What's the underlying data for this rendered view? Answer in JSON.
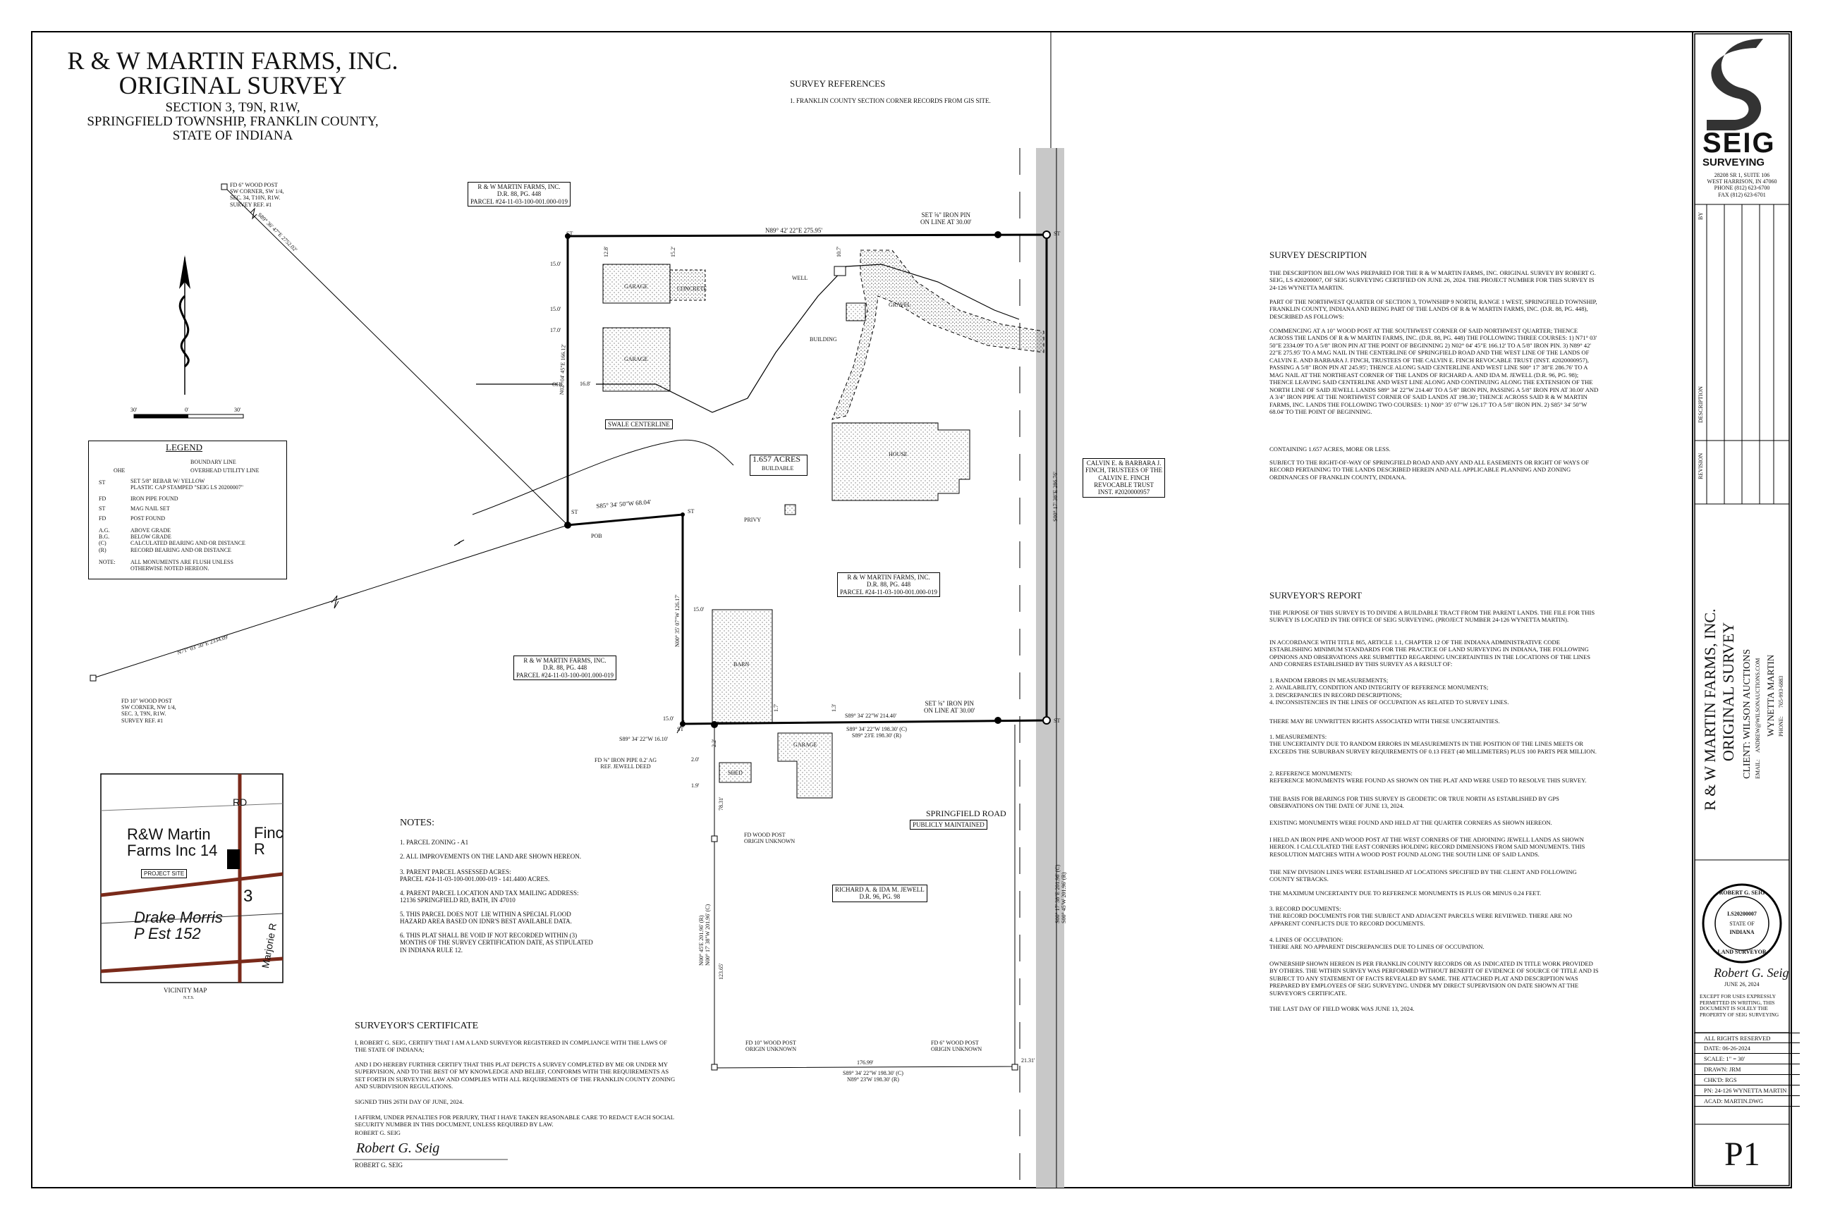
{
  "title": {
    "line1": "R & W MARTIN FARMS, INC.",
    "line2": "ORIGINAL SURVEY",
    "line3": "SECTION 3, T9N, R1W,",
    "line4": "SPRINGFIELD TOWNSHIP, FRANKLIN COUNTY,",
    "line5": "STATE OF INDIANA"
  },
  "survey_references": {
    "heading": "SURVEY REFERENCES",
    "item1": "1. FRANKLIN COUNTY SECTION CORNER RECORDS FROM GIS SITE."
  },
  "legend": {
    "heading": "LEGEND",
    "boundary": "BOUNDARY LINE",
    "ohe_sym": "OHE",
    "ohe": "OVERHEAD UTILITY LINE",
    "st_code": "ST",
    "st_desc": "SET 5/8\" REBAR W/ YELLOW\nPLASTIC CAP STAMPED \"SEIG LS 20200007\"",
    "fd_code": "FD",
    "fd_desc": "IRON PIPE FOUND",
    "st2_code": "ST",
    "st2_desc": "MAG NAIL SET",
    "fd2_code": "FD",
    "fd2_desc": "POST FOUND",
    "abbr_codes": "A.G.\nB.G.\n(C)\n(R)",
    "abbr_desc": "ABOVE GRADE\nBELOW GRADE\nCALCULATED BEARING AND OR DISTANCE\nRECORD BEARING AND OR DISTANCE",
    "note_code": "NOTE:",
    "note_desc": "ALL MONUMENTS ARE FLUSH UNLESS\nOTHERWISE NOTED HEREON."
  },
  "scale_bar": {
    "left": "30'",
    "mid": "0'",
    "right": "30'"
  },
  "plat": {
    "fd_post_sw": "FD 6\" WOOD POST\nSW CORNER, SW 1/4,\nSEC. 34, T10N, R1W.\nSURVEY REF. #1",
    "fd_post_nw": "FD 10\" WOOD POST\nSW CORNER, NW 1/4,\nSEC. 3, T9N, R1W.\nSURVEY REF. #1",
    "diag_bearing_upper": "S89° 36' 47\"E 2752.02'",
    "diag_bearing_lower": "N71° 03' 50\"E 2334.09'",
    "parcel_nw": "R & W MARTIN FARMS, INC.\nD.R. 88, PG. 448\nPARCEL #24-11-03-100-001.000-019",
    "parcel_center": "R & W MARTIN FARMS, INC.\nD.R. 88, PG. 448\nPARCEL #24-11-03-100-001.000-019",
    "parcel_west": "R & W MARTIN FARMS, INC.\nD.R. 88, PG. 448\nPARCEL #24-11-03-100-001.000-019",
    "finch": "CALVIN E. & BARBARA J.\nFINCH, TRUSTEES OF THE\nCALVIN E. FINCH\nREVOCABLE TRUST\nINST. #2020000957",
    "jewell": "RICHARD A. & IDA M. JEWELL\nD.R. 96, PG. 98",
    "acres": "1.657 ACRES",
    "buildable": "BUILDABLE",
    "set_pin_top": "SET ⅝\" IRON PIN\nON LINE AT 30.00'",
    "set_pin_mid": "SET ⅝\" IRON PIN\nON LINE AT 30.00'",
    "north_line": "N89° 42' 22\"E 275.95'",
    "south_tract": "S85° 34' 50\"W 68.04'",
    "west_line": "N02° 04' 45\"E 166.12'",
    "east_line": "S00° 17' 38\"E 286.76'",
    "east_row": "S00° 17' 38\"E 201.96' (C)\nS00° 45'W 201.96' (R)",
    "west_row": "N00° 45'E 201.96' (R)\nN00° 17' 38\"W 201.96' (C)",
    "lower_west": "N00° 35' 07\"W 126.17'",
    "mid_line_1": "S89° 34' 22\"W 214.40'",
    "mid_line_2": "S89° 34' 22\"W 198.30' (C)\nS89° 23'E 198.30' (R)",
    "bottom_line": "S89° 34' 22\"W 198.30' (C)\nN89° 23'W 198.30' (R)",
    "short_line": "S89° 34' 22\"W 16.10'",
    "fd_iron_pipe": "FD ⅝\" IRON PIPE 0.2' AG\nREF. JEWELL DEED",
    "fd_post_unknown": "FD WOOD POST\nORIGIN UNKNOWN",
    "fd_10_post": "FD 10\" WOOD POST\nORIGIN UNKNOWN",
    "fd_6_post": "FD 6\" WOOD POST\nORIGIN UNKNOWN",
    "road": "SPRINGFIELD ROAD",
    "road_sub": "PUBLICLY MAINTAINED",
    "swale": "SWALE CENTERLINE",
    "pob": "POB",
    "st": "ST",
    "ohe": "OHE",
    "garage": "GARAGE",
    "concrete": "CONCRETE",
    "well": "WELL",
    "building": "BUILDING",
    "gravel": "GRAVEL",
    "house": "HOUSE",
    "privy": "PRIVY",
    "barn": "BARN",
    "shed": "SHED",
    "d_15": "15.0'",
    "d_17": "17.0'",
    "d_168": "16.8'",
    "d_20": "2.0'",
    "d_19": "1.9'",
    "d_22": "2.2'",
    "d_17v": "1.7'",
    "d_13": "1.3'",
    "d_107": "10.7'",
    "d_128": "12.8'",
    "d_152": "15.2'",
    "d_7831": "78.31'",
    "d_12365": "123.65'",
    "d_17699": "176.99'",
    "d_2131": "21.31'"
  },
  "vicinity": {
    "caption": "VICINITY MAP",
    "nts": "N.T.S.",
    "road": "RD",
    "owner": "R&W Martin\nFarms Inc 14",
    "project_site": "PROJECT SITE",
    "fin": "Finc\nR",
    "drake": "Drake Morris\nP Est 152",
    "num": "3",
    "marjorie": "Marjorie R"
  },
  "notes": {
    "heading": "NOTES:",
    "n1": "1. PARCEL ZONING - A1",
    "n2": "2. ALL IMPROVEMENTS ON THE LAND ARE SHOWN HEREON.",
    "n3": "3. PARENT PARCEL ASSESSED ACRES:\nPARCEL #24-11-03-100-001.000-019 - 141.4400 ACRES.",
    "n4": "4. PARENT PARCEL LOCATION AND TAX MAILING ADDRESS:\n12136 SPRINGFIELD RD, BATH, IN 47010",
    "n5": "5. THIS PARCEL DOES NOT  LIE WITHIN A SPECIAL FLOOD\nHAZARD AREA BASED ON IDNR'S BEST AVAILABLE DATA.",
    "n6": "6. THIS PLAT SHALL BE VOID IF NOT RECORDED WITHIN (3)\nMONTHS OF THE SURVEY CERTIFICATION DATE, AS STIPULATED\nIN INDIANA RULE 12."
  },
  "certificate": {
    "heading": "SURVEYOR'S CERTIFICATE",
    "p1": "I, ROBERT G. SEIG, CERTIFY THAT I AM A LAND SURVEYOR REGISTERED IN COMPLIANCE WITH THE LAWS OF THE STATE OF INDIANA;",
    "p2": "AND I DO HEREBY FURTHER CERTIFY THAT THIS PLAT DEPICTS A SURVEY COMPLETED BY ME OR UNDER MY SUPERVISION, AND TO THE BEST OF MY KNOWLEDGE AND BELIEF, CONFORMS WITH THE REQUIREMENTS AS SET FORTH IN SURVEYING LAW AND COMPLIES WITH ALL REQUIREMENTS OF THE FRANKLIN COUNTY ZONING AND SUBDIVISION REGULATIONS.",
    "p3": "SIGNED THIS 26TH DAY OF JUNE, 2024.",
    "p4": "I AFFIRM, UNDER PENALTIES FOR PERJURY, THAT I HAVE TAKEN REASONABLE CARE TO REDACT EACH SOCIAL SECURITY NUMBER IN THIS DOCUMENT, UNLESS REQUIRED BY LAW.",
    "p5": "ROBERT G. SEIG",
    "signature": "Robert G. Seig",
    "sign_name": "ROBERT G. SEIG"
  },
  "description": {
    "heading": "SURVEY DESCRIPTION",
    "p1": "THE DESCRIPTION BELOW WAS PREPARED FOR THE R & W MARTIN FARMS, INC. ORIGINAL SURVEY BY ROBERT G. SEIG, LS #20200007, OF SEIG SURVEYING CERTIFIED ON JUNE 26, 2024.  THE PROJECT NUMBER FOR THIS SURVEY IS 24-126 WYNETTA MARTIN.",
    "p2": "PART OF THE NORTHWEST QUARTER OF SECTION 3, TOWNSHIP 9 NORTH, RANGE 1 WEST, SPRINGFIELD TOWNSHIP, FRANKLIN COUNTY, INDIANA AND BEING PART OF THE LANDS OF R & W MARTIN FARMS, INC. (D.R. 88, PG. 448), DESCRIBED AS FOLLOWS:",
    "p3": "COMMENCING AT A 10\" WOOD POST AT THE SOUTHWEST CORNER OF SAID NORTHWEST QUARTER; THENCE ACROSS THE LANDS OF R & W MARTIN FARMS, INC. (D.R. 88, PG. 448) THE FOLLOWING THREE COURSES: 1) N71° 03' 50\"E 2334.09' TO A 5/8\" IRON PIN AT THE POINT OF BEGINNING 2) N02° 04' 45\"E 166.12' TO A 5/8\" IRON PIN. 3) N89° 42' 22\"E 275.95' TO A MAG NAIL IN THE CENTERLINE OF SPRINGFIELD ROAD AND THE WEST LINE OF THE LANDS OF CALVIN E. AND BARBARA J. FINCH, TRUSTEES OF THE CALVIN E. FINCH REVOCABLE TRUST (INST. #2020000957), PASSING A 5/8\" IRON PIN AT 245.95'; THENCE ALONG SAID CENTERLINE AND WEST LINE S00° 17' 38\"E 286.76' TO A MAG NAIL AT THE NORTHEAST CORNER OF THE LANDS OF RICHARD A. AND IDA M. JEWELL (D.R. 96, PG. 98); THENCE LEAVING SAID CENTERLINE AND WEST LINE ALONG AND CONTINUING ALONG THE EXTENSION OF THE NORTH LINE OF SAID JEWELL LANDS S89° 34' 22\"W 214.40' TO A 5/8\" IRON PIN, PASSING A 5/8\" IRON PIN AT 30.00' AND A 3/4\" IRON PIPE AT THE NORTHWEST CORNER OF SAID LANDS AT 198.30'; THENCE ACROSS SAID R & W MARTIN FARMS, INC. LANDS THE FOLLOWING TWO COURSES: 1) N00° 35' 07\"W 126.17' TO A 5/8\" IRON PIN. 2) S85° 34' 50\"W 68.04' TO THE POINT OF BEGINNING.",
    "p4": "CONTAINING 1.657 ACRES, MORE OR LESS.",
    "p5": "SUBJECT TO THE RIGHT-OF-WAY OF SPRINGFIELD ROAD AND ANY AND ALL EASEMENTS OR RIGHT OF WAYS OF RECORD PERTAINING TO THE LANDS DESCRIBED HEREIN AND ALL APPLICABLE PLANNING AND ZONING ORDINANCES OF FRANKLIN COUNTY, INDIANA."
  },
  "report": {
    "heading": "SURVEYOR'S REPORT",
    "p1": "THE PURPOSE OF THIS SURVEY IS TO DIVIDE A BUILDABLE TRACT FROM THE PARENT LANDS.  THE FILE FOR THIS SURVEY IS LOCATED IN THE OFFICE OF SEIG SURVEYING. (PROJECT NUMBER 24-126 WYNETTA MARTIN).",
    "p2": "IN ACCORDANCE WITH TITLE 865, ARTICLE 1.1, CHAPTER 12 OF THE INDIANA ADMINISTRATIVE CODE ESTABLISHING MINIMUM  STANDARDS FOR THE PRACTICE OF LAND SURVEYING IN INDIANA, THE FOLLOWING OPINIONS AND OBSERVATIONS ARE SUBMITTED  REGARDING UNCERTAINTIES IN THE LOCATIONS OF THE LINES AND CORNERS ESTABLISHED BY THIS SURVEY AS A RESULT OF:",
    "p3": "1. RANDOM ERRORS IN MEASUREMENTS;\n2. AVAILABILITY, CONDITION AND INTEGRITY OF REFERENCE MONUMENTS;\n3. DISCREPANCIES IN RECORD DESCRIPTIONS;\n4. INCONSISTENCIES IN THE LINES OF OCCUPATION AS RELATED TO SURVEY LINES.",
    "p4": "THERE MAY BE UNWRITTEN RIGHTS ASSOCIATED WITH THESE UNCERTAINTIES.",
    "p5": "1. MEASUREMENTS:\nTHE UNCERTAINTY DUE TO RANDOM ERRORS IN MEASUREMENTS IN THE POSITION OF THE LINES MEETS OR EXCEEDS THE SUBURBAN SURVEY REQUIREMENTS OF 0.13 FEET (40 MILLIMETERS) PLUS 100 PARTS PER MILLION.",
    "p6": "2. REFERENCE MONUMENTS:\nREFERENCE MONUMENTS WERE FOUND AS SHOWN ON THE PLAT AND WERE USED TO RESOLVE THIS SURVEY.",
    "p7": "THE BASIS FOR BEARINGS FOR THIS SURVEY IS GEODETIC OR TRUE NORTH AS ESTABLISHED BY GPS OBSERVATIONS ON THE DATE OF JUNE 13, 2024.",
    "p8": "EXISTING MONUMENTS WERE FOUND AND HELD AT THE QUARTER CORNERS AS SHOWN HEREON.",
    "p9": "I HELD AN IRON PIPE AND WOOD POST AT THE WEST CORNERS OF THE ADJOINING JEWELL LANDS AS SHOWN HEREON. I CALCULATED THE EAST CORNERS HOLDING RECORD DIMENSIONS FROM SAID MONUMENTS. THIS RESOLUTION MATCHES WITH A WOOD POST FOUND ALONG THE SOUTH LINE OF SAID LANDS.",
    "p10": "THE NEW DIVISION LINES WERE ESTABLISHED AT LOCATIONS SPECIFIED BY THE CLIENT AND FOLLOWING COUNTY SETBACKS.",
    "p11": "THE MAXIMUM UNCERTAINTY DUE TO REFERENCE MONUMENTS IS PLUS OR MINUS 0.24 FEET.",
    "p12": "3.        RECORD DOCUMENTS:\nTHE RECORD DOCUMENTS FOR THE SUBJECT AND ADJACENT PARCELS WERE REVIEWED. THERE ARE NO APPARENT CONFLICTS DUE TO RECORD DOCUMENTS.",
    "p13": "4.        LINES OF OCCUPATION:\nTHERE ARE NO APPARENT DISCREPANCIES DUE TO LINES OF OCCUPATION.",
    "p14": "OWNERSHIP SHOWN HEREON IS PER FRANKLIN COUNTY RECORDS OR AS INDICATED IN TITLE WORK PROVIDED BY OTHERS. THE  WITHIN SURVEY WAS PERFORMED WITHOUT BENEFIT OF EVIDENCE OF SOURCE OF TITLE AND IS SUBJECT TO ANY STATEMENT OF  FACTS REVEALED BY SAME. THE ATTACHED PLAT AND DESCRIPTION WAS PREPARED BY EMPLOYEES OF SEIG SURVEYING.  UNDER MY DIRECT SUPERVISION ON DATE SHOWN AT THE SURVEYOR'S CERTIFICATE.",
    "p15": "THE LAST DAY OF FIELD WORK WAS JUNE 13, 2024."
  },
  "titleblock": {
    "logo_top": "SEIG",
    "logo_bottom": "SURVEYING",
    "address": "28208 SR 1, SUITE 106\nWEST HARRISON, IN 47060\nPHONE (812) 623-6700\nFAX (812) 623-6701",
    "by": "BY",
    "description": "DESCRIPTION",
    "revision": "REVISION",
    "project_title_1": "R & W MARTIN FARMS, INC.",
    "project_title_2": "ORIGINAL SURVEY",
    "client": "CLIENT: WILSON AUCTIONS",
    "client_email": "EMAIL:     ANDREW@WILSONAUCTIONS.COM",
    "client_name": "WYNETTA MARTIN",
    "client_phone": "PHONE:      765-993-6883",
    "seal_name": "ROBERT G. SEIG",
    "seal_no": "LS20200007",
    "seal_state": "STATE OF",
    "seal_indiana": "INDIANA",
    "seal_bottom": "LAND SURVEYOR",
    "signature": "Robert G. Seig",
    "seal_date": "JUNE 26, 2024",
    "disclaimer": "EXCEPT FOR USES EXPRESSLY\nPERMITTED IN WRITING, THIS\nDOCUMENT IS SOLELY THE\nPROPERTY OF SEIG SURVEYING",
    "rights": "ALL RIGHTS RESERVED",
    "date": "DATE: 06-26-2024",
    "scale": "SCALE:  1\" = 30'",
    "drawn": "DRAWN: JRM",
    "chkd": "CHK'D: RGS",
    "pn": "PN: 24-126 WYNETTA MARTIN",
    "acad": "ACAD: MARTIN.DWG",
    "sheet": "P1"
  }
}
